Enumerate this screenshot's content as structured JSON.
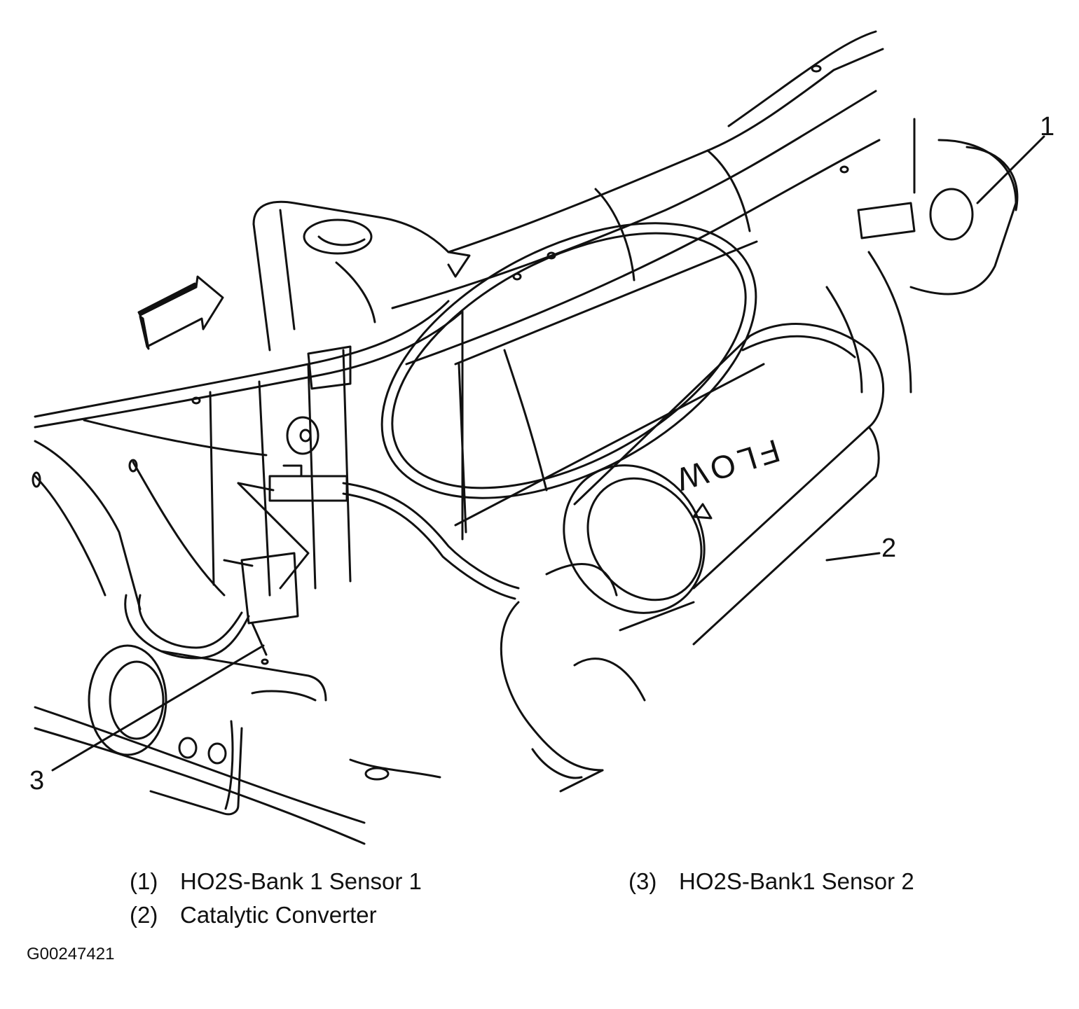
{
  "diagram": {
    "callouts": [
      {
        "id": "1",
        "label": "1"
      },
      {
        "id": "2",
        "label": "2"
      },
      {
        "id": "3",
        "label": "3"
      }
    ],
    "converter_marking": "FLOW"
  },
  "legend": [
    {
      "number": "(1)",
      "text": "HO2S-Bank 1 Sensor 1"
    },
    {
      "number": "(2)",
      "text": "Catalytic Converter"
    },
    {
      "number": "(3)",
      "text": "HO2S-Bank1 Sensor 2"
    }
  ],
  "figure_id": "G00247421",
  "colors": {
    "line": "#111111",
    "background": "#ffffff"
  }
}
